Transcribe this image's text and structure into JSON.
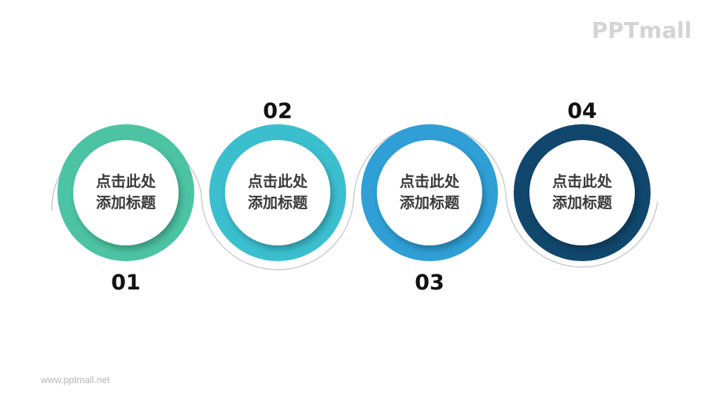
{
  "logo": {
    "text": "PPTmall"
  },
  "footer": {
    "text": "www.pptmall.net"
  },
  "steps": [
    {
      "number": "01",
      "line1": "点击此处",
      "line2": "添加标题",
      "color": "#4cc4a3",
      "number_position": "below"
    },
    {
      "number": "02",
      "line1": "点击此处",
      "line2": "添加标题",
      "color": "#3bbfcf",
      "number_position": "above"
    },
    {
      "number": "03",
      "line1": "点击此处",
      "line2": "添加标题",
      "color": "#2f9fd6",
      "number_position": "below"
    },
    {
      "number": "04",
      "line1": "点击此处",
      "line2": "添加标题",
      "color": "#11476d",
      "number_position": "above"
    }
  ],
  "connector_color": "#c8c8c8"
}
